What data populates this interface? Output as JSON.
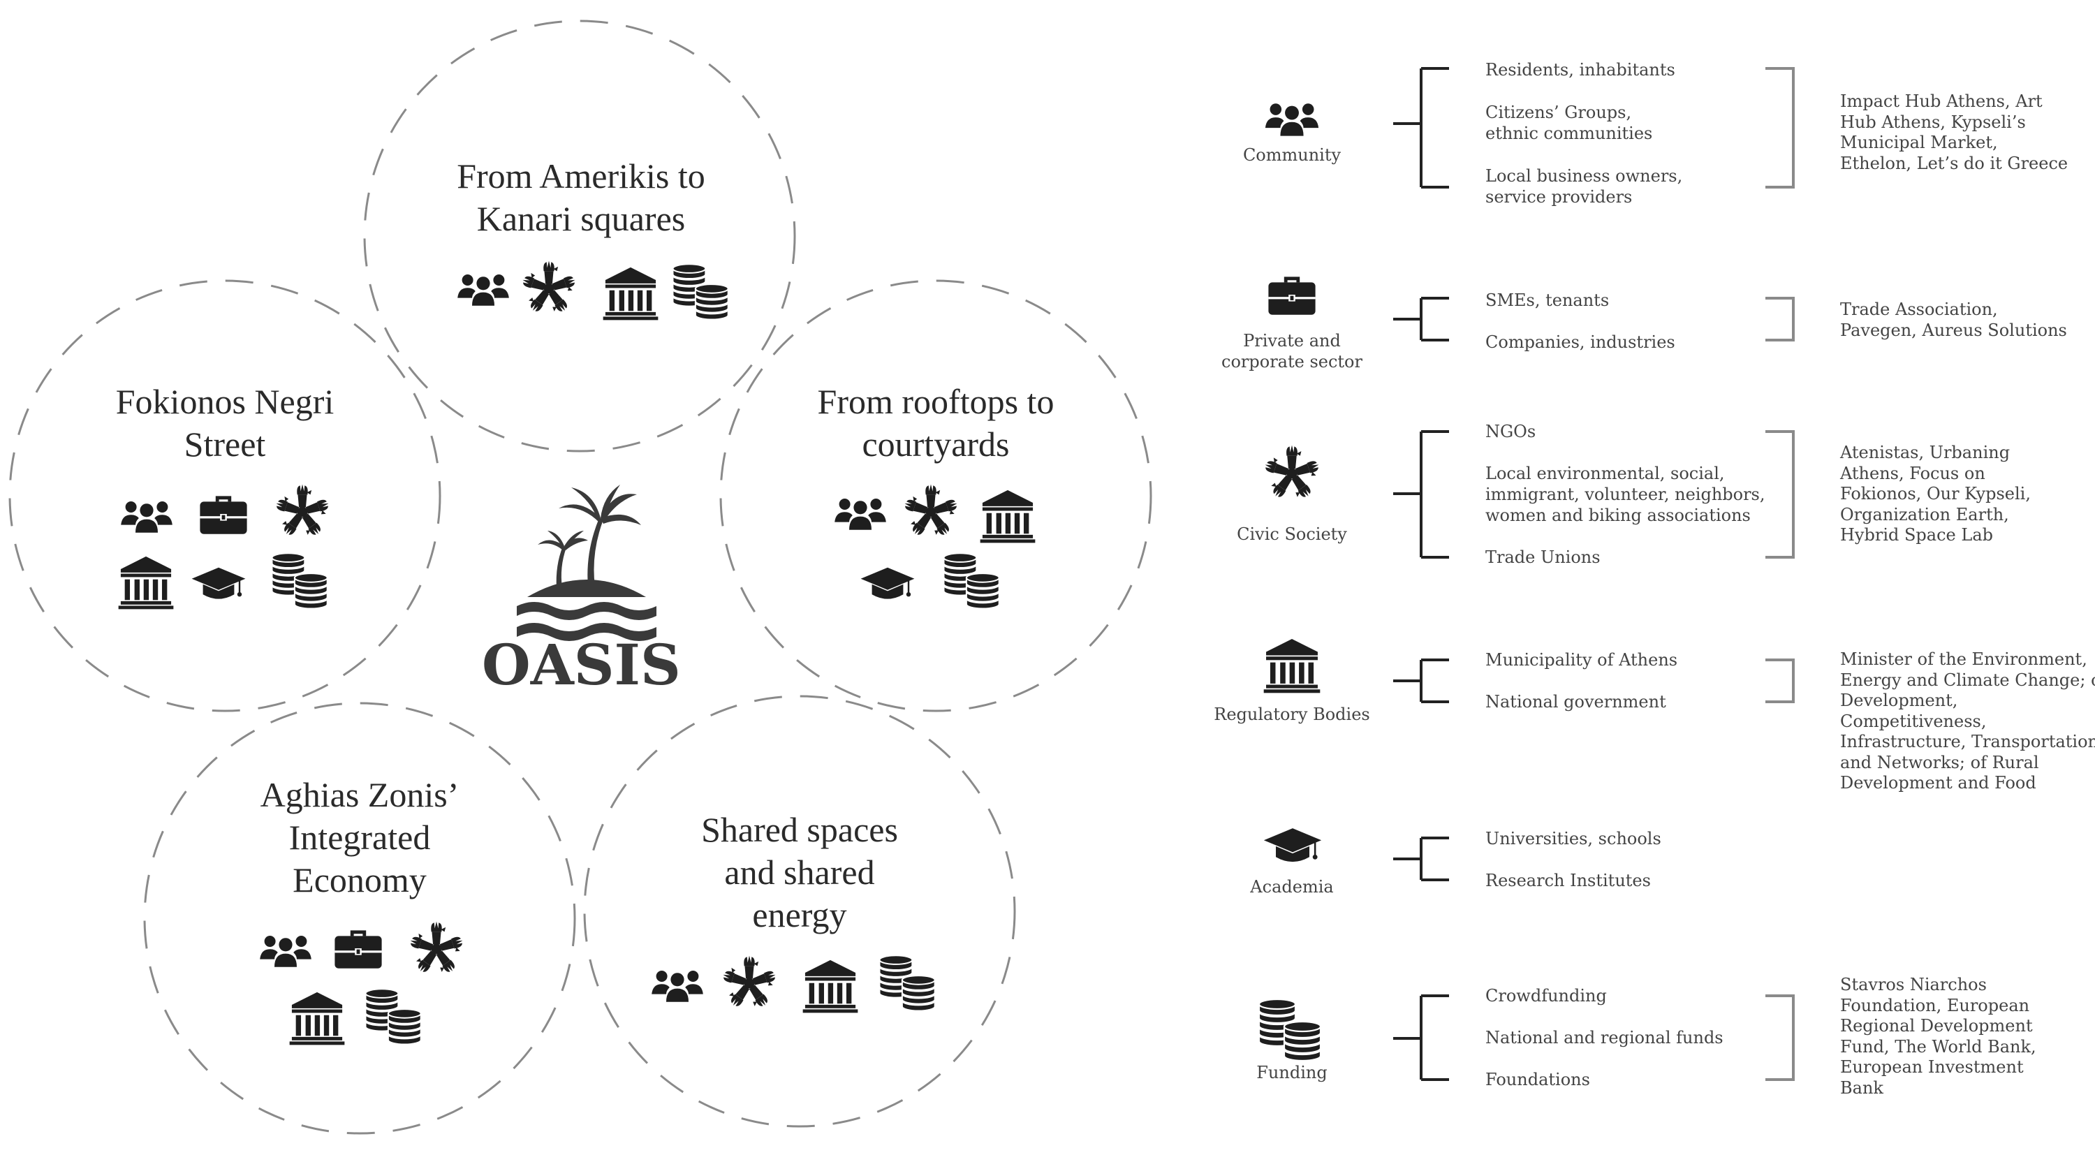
{
  "logo": {
    "word": "OASIS"
  },
  "circles": [
    {
      "id": "amerikis",
      "title_lines": [
        "From Amerikis to",
        "Kanari squares"
      ],
      "icons": [
        "community-icon",
        "civic-society-icon",
        "regulatory-icon",
        "funding-icon"
      ]
    },
    {
      "id": "fokionos",
      "title_lines": [
        "Fokionos Negri",
        "Street"
      ],
      "icons": [
        "community-icon",
        "private-sector-icon",
        "civic-society-icon",
        "regulatory-icon",
        "academia-icon",
        "funding-icon"
      ]
    },
    {
      "id": "rooftops",
      "title_lines": [
        "From rooftops to",
        "courtyards"
      ],
      "icons": [
        "community-icon",
        "civic-society-icon",
        "regulatory-icon",
        "academia-icon",
        "funding-icon"
      ]
    },
    {
      "id": "aghias",
      "title_lines": [
        "Aghias Zonis’",
        "Integrated",
        "Economy"
      ],
      "icons": [
        "community-icon",
        "private-sector-icon",
        "civic-society-icon",
        "regulatory-icon",
        "funding-icon"
      ]
    },
    {
      "id": "shared",
      "title_lines": [
        "Shared spaces",
        "and shared",
        "energy"
      ],
      "icons": [
        "community-icon",
        "civic-society-icon",
        "regulatory-icon",
        "funding-icon"
      ]
    }
  ],
  "stakeholders": [
    {
      "icon": "community-icon",
      "label_lines": [
        "Community"
      ],
      "items": [
        [
          "Residents, inhabitants"
        ],
        [
          "Citizens’ Groups,",
          "ethnic communities"
        ],
        [
          "Local business owners,",
          "service providers"
        ]
      ],
      "examples": [
        "Impact Hub Athens, Art",
        "Hub Athens, Kypseli’s",
        "Municipal Market,",
        "Ethelon, Let’s do it Greece"
      ]
    },
    {
      "icon": "private-sector-icon",
      "label_lines": [
        "Private and",
        "corporate sector"
      ],
      "items": [
        [
          "SMEs, tenants"
        ],
        [
          "Companies, industries"
        ]
      ],
      "examples": [
        "Trade Association,",
        "Pavegen, Aureus Solutions"
      ]
    },
    {
      "icon": "civic-society-icon",
      "label_lines": [
        "Civic Society"
      ],
      "items": [
        [
          "NGOs"
        ],
        [
          "Local environmental, social,",
          "immigrant, volunteer, neighbors,",
          "women and biking associations"
        ],
        [
          "Trade Unions"
        ]
      ],
      "examples": [
        "Atenistas, Urbaning",
        "Athens, Focus on",
        "Fokionos, Our Kypseli,",
        "Organization Earth,",
        "Hybrid Space Lab"
      ]
    },
    {
      "icon": "regulatory-icon",
      "label_lines": [
        "Regulatory Bodies"
      ],
      "items": [
        [
          "Municipality of Athens"
        ],
        [
          "National government"
        ]
      ],
      "examples": [
        "Minister of the Environment,",
        "Energy and Climate Change; of",
        "Development,",
        "Competitiveness,",
        "Infrastructure, Transportation",
        "and Networks; of Rural",
        "Development and Food"
      ]
    },
    {
      "icon": "academia-icon",
      "label_lines": [
        "Academia"
      ],
      "items": [
        [
          "Universities, schools"
        ],
        [
          "Research Institutes"
        ]
      ],
      "examples": []
    },
    {
      "icon": "funding-icon",
      "label_lines": [
        "Funding"
      ],
      "items": [
        [
          "Crowdfunding"
        ],
        [
          "National and regional funds"
        ],
        [
          "Foundations"
        ]
      ],
      "examples": [
        "Stavros Niarchos",
        "Foundation, European",
        "Regional Development",
        "Fund, The World Bank,",
        "European Investment",
        "Bank"
      ]
    }
  ]
}
